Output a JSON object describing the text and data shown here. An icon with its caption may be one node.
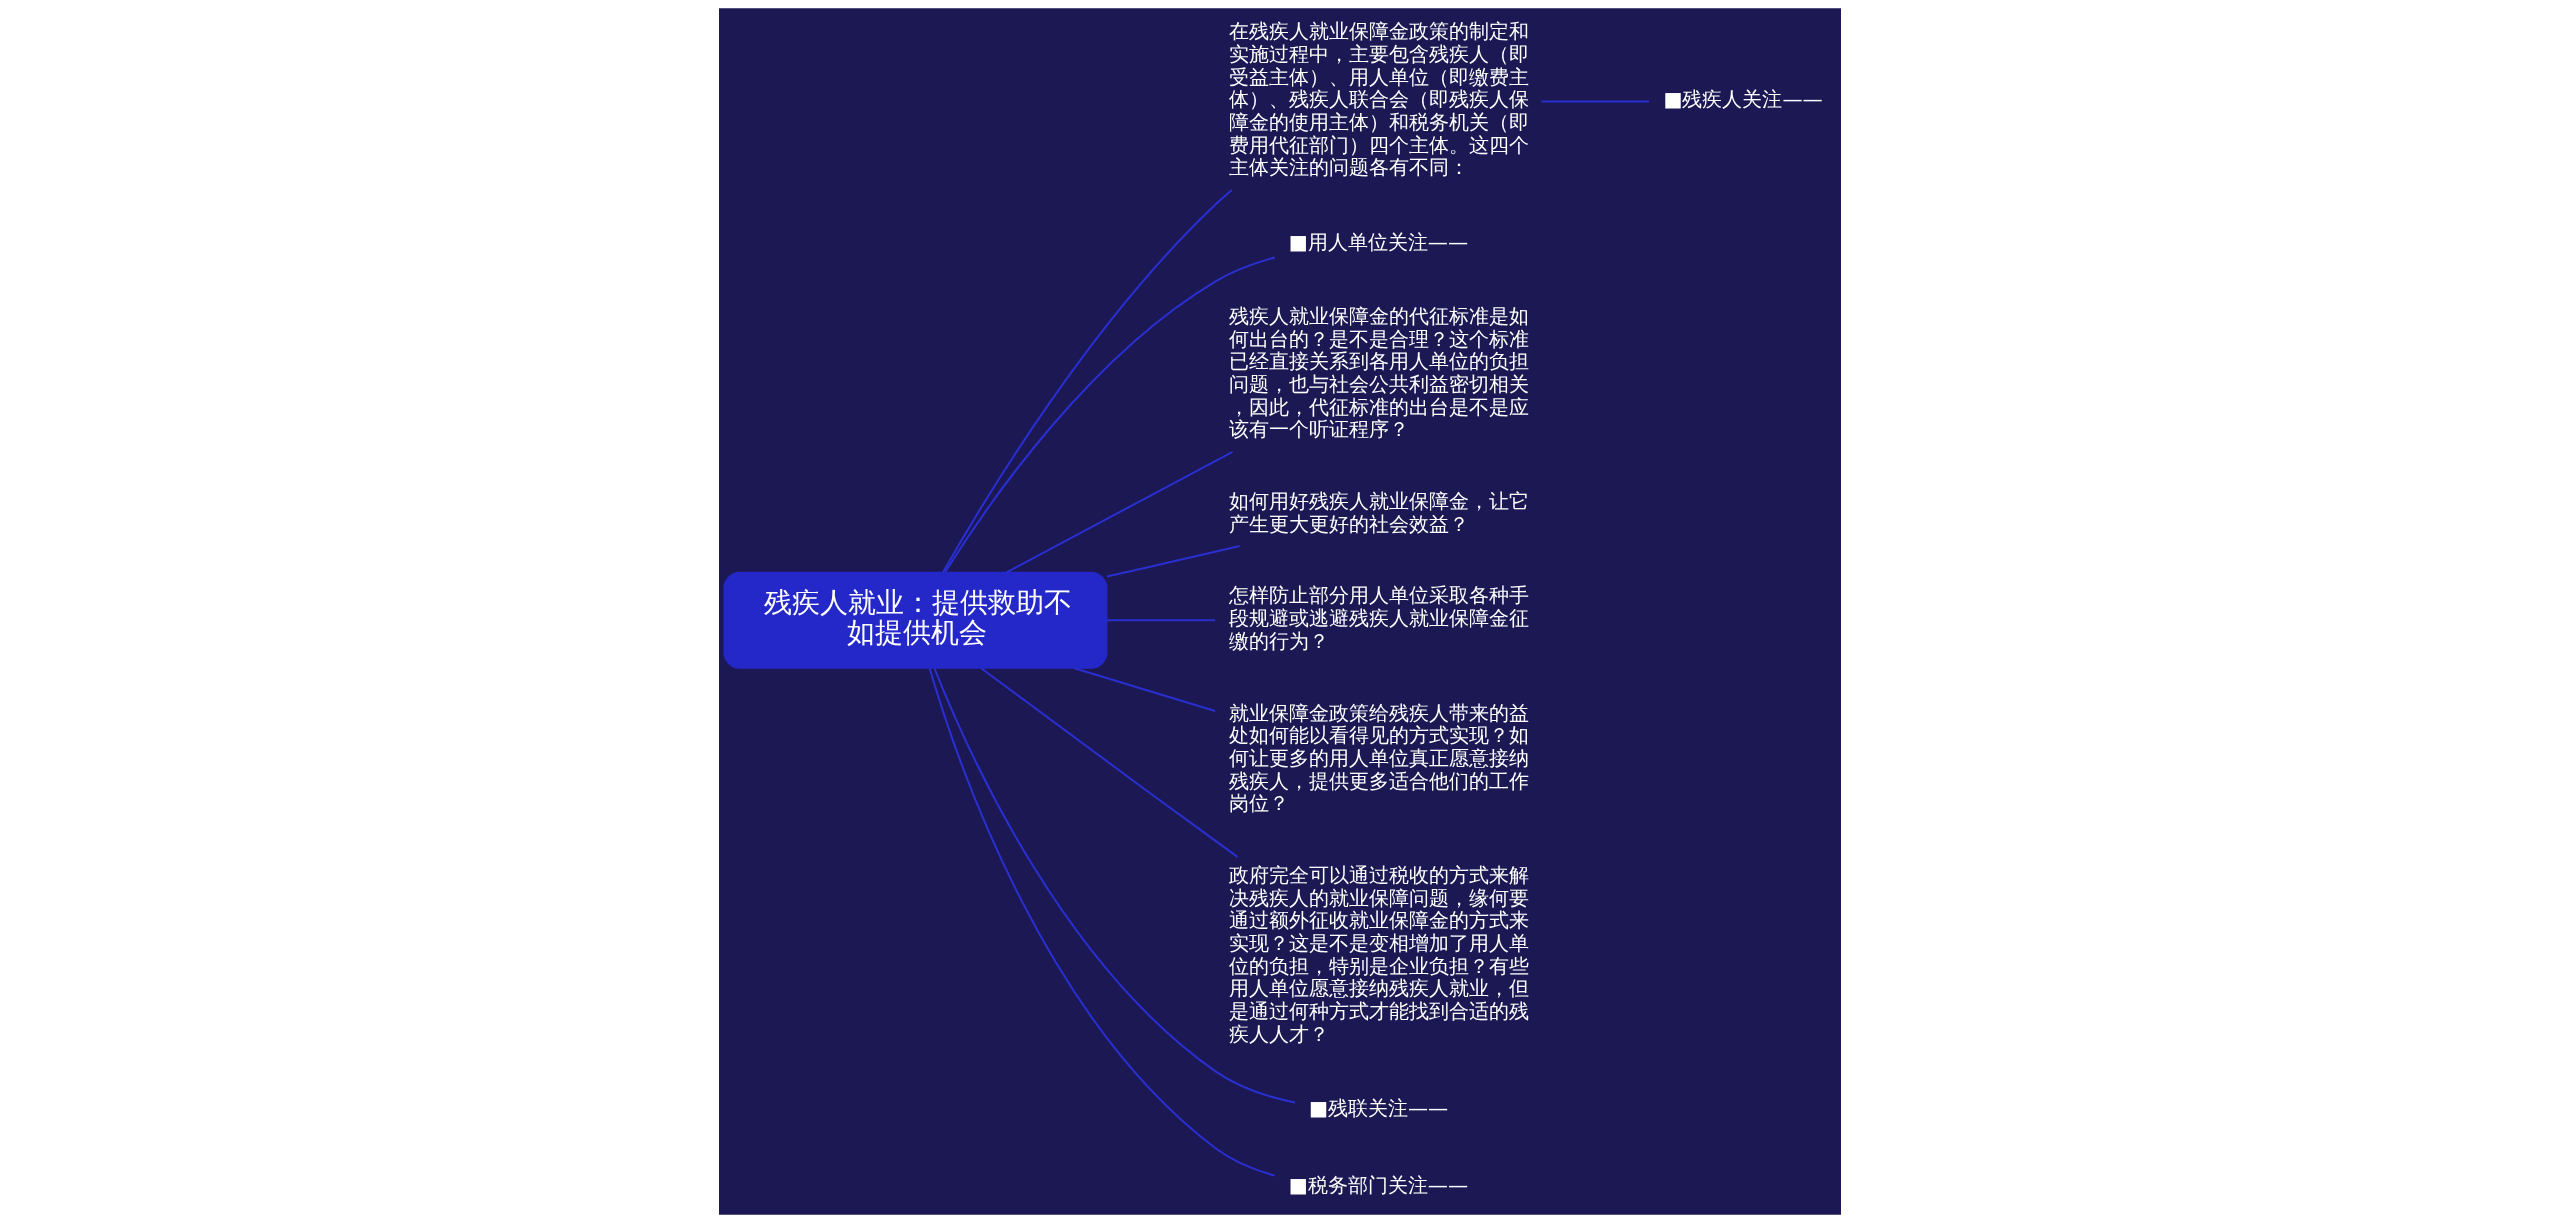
{
  "diagram": {
    "nodes": [
      {
        "text": [
          "残疾人就业：提供救助不如提供机会"
        ]
      },
      {
        "text": [
          "在残疾人就业保障金政策的制定和实施过程中，主要包含残疾人（即受益主体）、用人单位（即缴费主体）、残疾人联合会（即残疾人保障金的使用主体）和税务机关（即费用代征部门）四个主体。这四个主体关注的问题各有不同："
        ]
      },
      {
        "text": [
          "■残疾人关注——"
        ]
      },
      {
        "text": [
          "■用人单位关注——"
        ]
      },
      {
        "text": [
          "残疾人就业保障金的代征标准是如何出台的？是不是合理？这个标准已经直接关系到各用人单位的负担问题，也与社会公共利益密切相关，因此，代征标准的出台是不是应该有一个听证程序？"
        ]
      },
      {
        "text": [
          "如何用好残疾人就业保障金，让它产生更大更好的社会效益？"
        ]
      },
      {
        "text": [
          "怎样防止部分用人单位采取各种手段规避或逃避残疾人就业保障金征缴的行为？"
        ]
      },
      {
        "text": [
          "就业保障金政策给残疾人带来的益处如何能以看得见的方式实现？如何让更多的用人单位真正愿意接纳残疾人，提供更多适合他们的工作岗位？"
        ]
      },
      {
        "text": [
          "政府完全可以通过税收的方式来解决残疾人的就业保障问题，缘何要通过额外征收就业保障金的方式来实现？这是不是变相增加了用人单位的负担，特别是企业负担？有些用人单位愿意接纳残疾人就业，但是通过何种方式才能找到合适的残疾人人才？"
        ]
      },
      {
        "text": [
          "■残联关注——"
        ]
      },
      {
        "text": [
          "■税务部门关注——"
        ]
      }
    ],
    "edges": [
      {
        "from": 0,
        "to": 1,
        "arrow": "none"
      },
      {
        "from": 1,
        "to": 2,
        "arrow": "none"
      },
      {
        "from": 0,
        "to": 3,
        "arrow": "none"
      },
      {
        "from": 0,
        "to": 4,
        "arrow": "none"
      },
      {
        "from": 0,
        "to": 5,
        "arrow": "none"
      },
      {
        "from": 0,
        "to": 6,
        "arrow": "none"
      },
      {
        "from": 0,
        "to": 7,
        "arrow": "none"
      },
      {
        "from": 0,
        "to": 8,
        "arrow": "none"
      },
      {
        "from": 0,
        "to": 9,
        "arrow": "none"
      },
      {
        "from": 0,
        "to": 10,
        "arrow": "none"
      }
    ]
  }
}
